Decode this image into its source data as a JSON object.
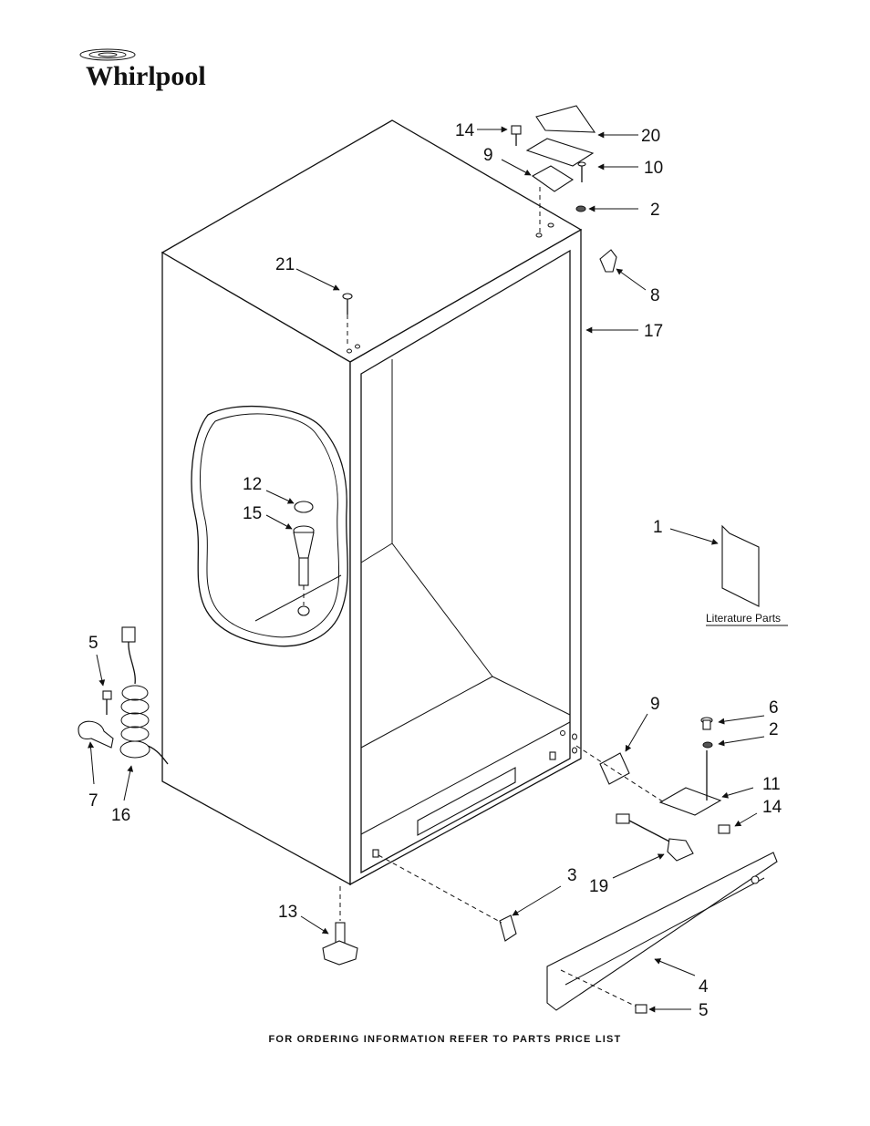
{
  "brand": {
    "logo_text": "Whirlpool"
  },
  "callouts": [
    {
      "id": "c14a",
      "label": "14"
    },
    {
      "id": "c20",
      "label": "20"
    },
    {
      "id": "c9a",
      "label": "9"
    },
    {
      "id": "c10",
      "label": "10"
    },
    {
      "id": "c2a",
      "label": "2"
    },
    {
      "id": "c21",
      "label": "21"
    },
    {
      "id": "c8",
      "label": "8"
    },
    {
      "id": "c17",
      "label": "17"
    },
    {
      "id": "c12",
      "label": "12"
    },
    {
      "id": "c15",
      "label": "15"
    },
    {
      "id": "c1",
      "label": "1"
    },
    {
      "id": "c5a",
      "label": "5"
    },
    {
      "id": "c9b",
      "label": "9"
    },
    {
      "id": "c6",
      "label": "6"
    },
    {
      "id": "c2b",
      "label": "2"
    },
    {
      "id": "c11",
      "label": "11"
    },
    {
      "id": "c14b",
      "label": "14"
    },
    {
      "id": "c7",
      "label": "7"
    },
    {
      "id": "c16",
      "label": "16"
    },
    {
      "id": "c3",
      "label": "3"
    },
    {
      "id": "c19",
      "label": "19"
    },
    {
      "id": "c13",
      "label": "13"
    },
    {
      "id": "c4",
      "label": "4"
    },
    {
      "id": "c5b",
      "label": "5"
    }
  ],
  "literature": {
    "label": "Literature Parts"
  },
  "footer": {
    "text": "FOR ORDERING INFORMATION REFER TO PARTS PRICE LIST"
  }
}
